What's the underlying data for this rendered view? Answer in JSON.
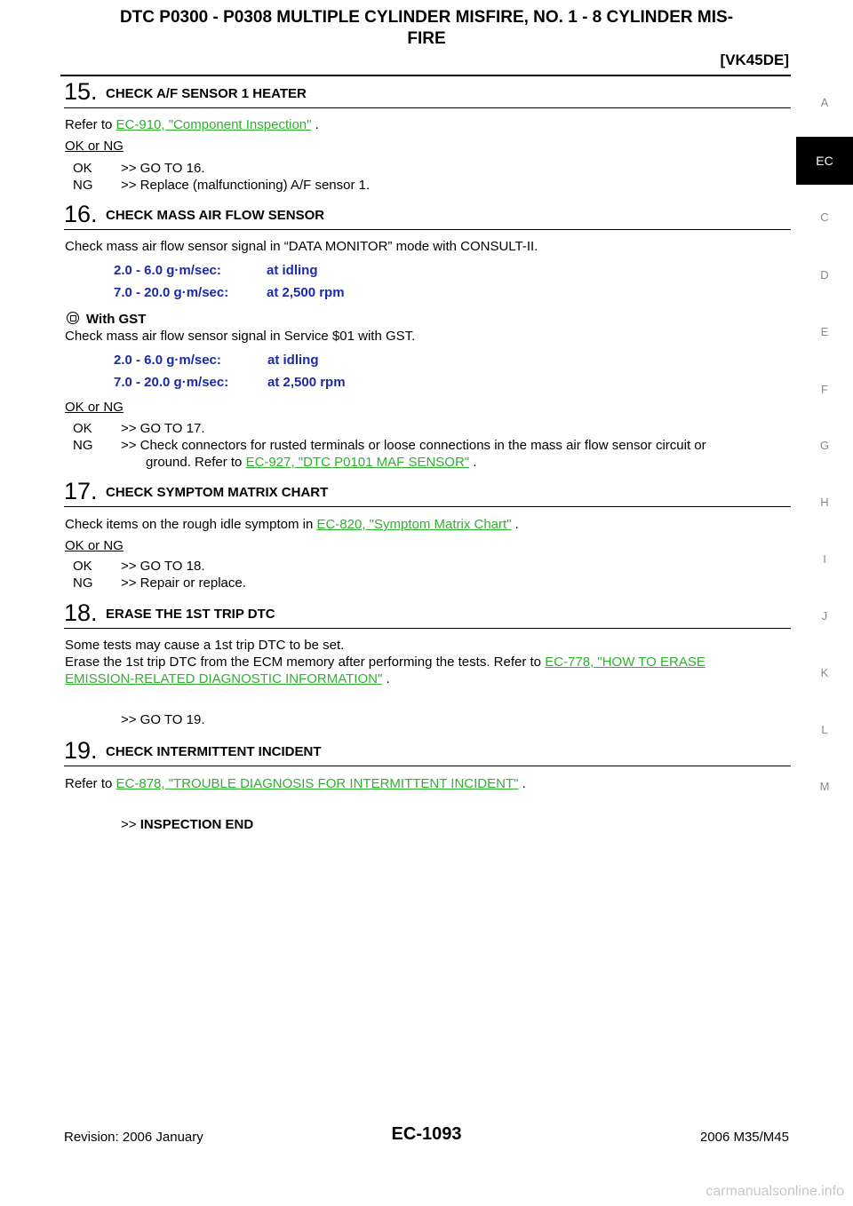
{
  "header": {
    "title_line1": "DTC P0300 - P0308 MULTIPLE CYLINDER MISFIRE, NO. 1 - 8 CYLINDER MIS-",
    "title_line2": "FIRE",
    "model": "[VK45DE]"
  },
  "sidebar": {
    "letters": [
      "A",
      "EC",
      "C",
      "D",
      "E",
      "F",
      "G",
      "H",
      "I",
      "J",
      "K",
      "L",
      "M"
    ],
    "active": "EC"
  },
  "steps": {
    "s15": {
      "num": "15.",
      "title": "CHECK A/F SENSOR 1 HEATER",
      "refer_prefix": "Refer to ",
      "link": "EC-910, \"Component Inspection\"",
      "refer_suffix": " .",
      "ok_ng": "OK or NG",
      "ok_label": "OK",
      "ok_action": ">> GO TO 16.",
      "ng_label": "NG",
      "ng_action": ">> Replace (malfunctioning) A/F sensor 1."
    },
    "s16": {
      "num": "16.",
      "title": "CHECK MASS AIR FLOW SENSOR",
      "text": "Check mass air flow sensor signal in “DATA MONITOR” mode with CONSULT-II.",
      "spec1_val": "2.0 - 6.0 g·m/sec:",
      "spec1_cond": "at idling",
      "spec2_val": "7.0 - 20.0 g·m/sec:",
      "spec2_cond": "at 2,500 rpm",
      "gst_heading": "With GST",
      "gst_text": "Check mass air flow sensor signal in Service $01 with GST.",
      "spec3_val": "2.0 - 6.0 g·m/sec:",
      "spec3_cond": "at idling",
      "spec4_val": "7.0 - 20.0 g·m/sec:",
      "spec4_cond": "at 2,500 rpm",
      "ok_ng": "OK or NG",
      "ok_label": "OK",
      "ok_action": ">> GO TO 17.",
      "ng_label": "NG",
      "ng_action": ">> Check connectors for rusted terminals or loose connections in the mass air flow sensor circuit or",
      "ng_cont_prefix": "ground. Refer to ",
      "ng_link": "EC-927, \"DTC P0101 MAF SENSOR\"",
      "ng_cont_suffix": " ."
    },
    "s17": {
      "num": "17.",
      "title": "CHECK SYMPTOM MATRIX CHART",
      "text_prefix": "Check items on the rough idle symptom in ",
      "link": "EC-820, \"Symptom Matrix Chart\"",
      "text_suffix": " .",
      "ok_ng": "OK or NG",
      "ok_label": "OK",
      "ok_action": ">> GO TO 18.",
      "ng_label": "NG",
      "ng_action": ">> Repair or replace."
    },
    "s18": {
      "num": "18.",
      "title": "ERASE THE 1ST TRIP DTC",
      "line1": "Some tests may cause a 1st trip DTC to be set.",
      "line2_prefix": "Erase the 1st trip DTC from the ECM memory after performing the tests. Refer to ",
      "link_part1": "EC-778, \"HOW TO ERASE",
      "link_part2": "EMISSION-RELATED DIAGNOSTIC INFORMATION\"",
      "link_suffix": " .",
      "action": ">> GO TO 19."
    },
    "s19": {
      "num": "19.",
      "title": "CHECK INTERMITTENT INCIDENT",
      "refer_prefix": "Refer to ",
      "link": "EC-878, \"TROUBLE DIAGNOSIS FOR INTERMITTENT INCIDENT\"",
      "refer_suffix": " .",
      "action_arrow": ">> ",
      "action_end": "INSPECTION END"
    }
  },
  "footer": {
    "revision": "Revision: 2006 January",
    "page": "EC-1093",
    "model": "2006 M35/M45"
  },
  "watermark": "carmanualsonline.info"
}
